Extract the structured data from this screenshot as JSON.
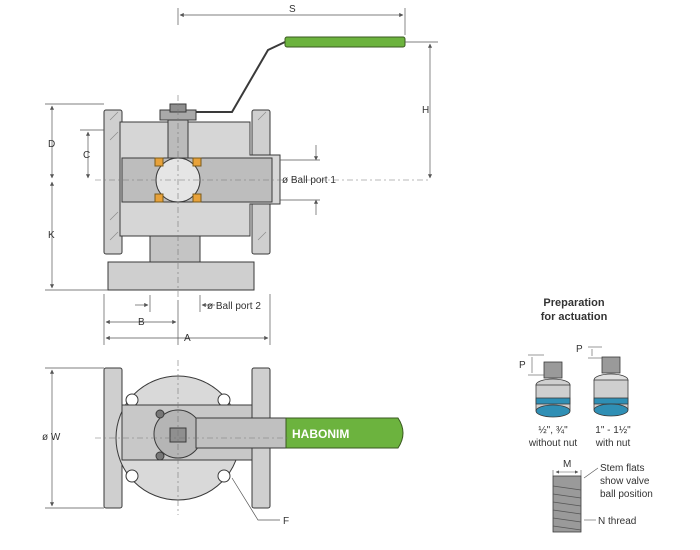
{
  "dimensions": {
    "s": "S",
    "h": "H",
    "d": "D",
    "c": "C",
    "k": "K",
    "b": "B",
    "a": "A",
    "w": "ø W",
    "f": "F",
    "ball_port_1": "ø Ball port 1",
    "ball_port_2": "ø Ball port 2"
  },
  "brand": {
    "name": "HABONIM"
  },
  "actuation": {
    "title_line1": "Preparation",
    "title_line2": "for actuation",
    "p_label": "P",
    "left_caption_1": "½\", ¾\"",
    "left_caption_2": "without nut",
    "right_caption_1": "1\" - 1½\"",
    "right_caption_2": "with nut",
    "m_label": "M",
    "stem_note_1": "Stem flats",
    "stem_note_2": "show valve",
    "stem_note_3": "ball position",
    "n_thread": "N thread"
  },
  "colors": {
    "body": "#cfcfcf",
    "body_dark": "#9a9a9a",
    "outline": "#3a3a3a",
    "handle_green": "#6cb33e",
    "seat_orange": "#e8a23a",
    "seal_blue": "#2f8fb5",
    "dim_line": "#555555"
  }
}
